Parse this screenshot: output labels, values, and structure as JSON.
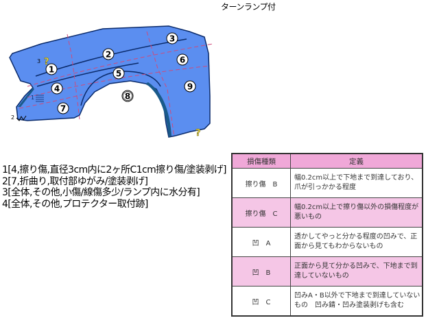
{
  "title": "ターンランプ付",
  "diagram": {
    "part": "front-fender",
    "fill_color": "#5b8ef0",
    "outline_color": "#0a2a6a",
    "grid_line_color": "#d04a7a",
    "zones": [
      "1",
      "2",
      "3",
      "4",
      "5",
      "6",
      "7",
      "8",
      "9"
    ],
    "markers": [
      {
        "id": "marker-1",
        "label": "1",
        "symbol": "hatch"
      },
      {
        "id": "marker-2",
        "label": "2",
        "symbol": "zigzag"
      },
      {
        "id": "marker-3",
        "label": "3",
        "symbol": "?"
      },
      {
        "id": "marker-4",
        "label": "4",
        "symbol": "?"
      }
    ]
  },
  "notes": [
    "1[4,擦り傷,直径3cm内に2ヶ所C1cm擦り傷/塗装剥げ]",
    "2[7,折曲り,取付部ゆがみ/塗装剥げ]",
    "3[全体,その他,小傷/線傷多少/ランプ内に水分有]",
    "4[全体,その他,プロテクター取付跡]"
  ],
  "definition_table": {
    "headers": [
      "損傷種類",
      "定義"
    ],
    "rows": [
      {
        "type": "擦り傷　B",
        "definition": "幅0.2cm以上で下地まで到達しており、爪が引っかかる程度",
        "highlight": false
      },
      {
        "type": "擦り傷　C",
        "definition": "幅0.2cm以上で擦り傷以外の損傷程度が悪いもの",
        "highlight": true
      },
      {
        "type": "凹　A",
        "definition": "透かしてやっと分かる程度の凹みで、正面から見てもわからないもの",
        "highlight": false
      },
      {
        "type": "凹　B",
        "definition": "正面から見て分かる凹みで、下地まで到達していないもの",
        "highlight": true
      },
      {
        "type": "凹　C",
        "definition": "凹みA・B以外で下地まで到達していないもの　凹み錆・凹み塗装剥げも含む",
        "highlight": false
      }
    ]
  }
}
